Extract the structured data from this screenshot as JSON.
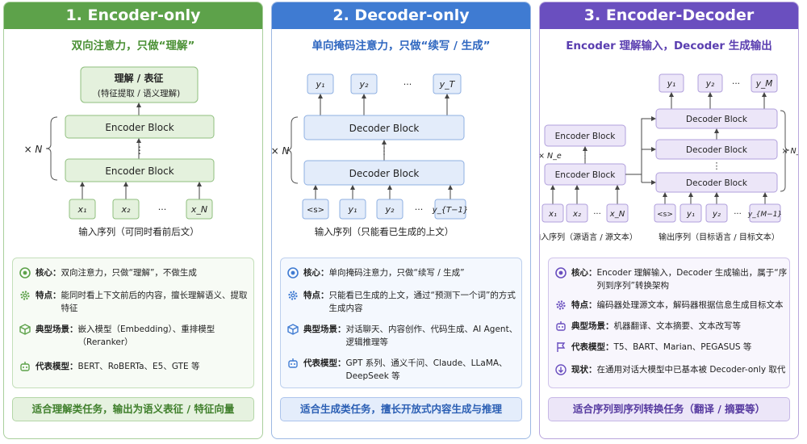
{
  "panels": [
    {
      "title": "1. Encoder-only",
      "subtitle": "双向注意力，只做“理解”",
      "diagram": {
        "output_title": "理解 / 表征",
        "output_sub": "(特征提取 / 语义理解)",
        "block": "Encoder Block",
        "repeat": "× N",
        "dots": "⋮",
        "inputs": [
          "x₁",
          "x₂",
          "···",
          "x_N"
        ],
        "input_caption": "输入序列（可同时看前后文）"
      },
      "info": [
        {
          "icon": "target-icon",
          "label": "核心：",
          "text": "双向注意力，只做“理解”，不做生成"
        },
        {
          "icon": "gear-icon",
          "label": "特点：",
          "text": "能同时看上下文前后的内容，擅长理解语义、提取特征"
        },
        {
          "icon": "cube-icon",
          "label": "典型场景：",
          "text": "嵌入模型（Embedding）、重排模型（Reranker）"
        },
        {
          "icon": "robot-icon",
          "label": "代表模型：",
          "text": "BERT、RoBERTa、E5、GTE 等"
        }
      ],
      "footer": "适合理解类任务，输出为语义表征 / 特征向量"
    },
    {
      "title": "2. Decoder-only",
      "subtitle": "单向掩码注意力，只做“续写 / 生成”",
      "diagram": {
        "outputs": [
          "y₁",
          "y₂",
          "···",
          "y_T"
        ],
        "block": "Decoder Block",
        "repeat": "× N",
        "dots": "⋮",
        "inputs": [
          "<s>",
          "y₁",
          "y₂",
          "···",
          "y_{T−1}"
        ],
        "input_caption": "输入序列（只能看已生成的上文）"
      },
      "info": [
        {
          "icon": "target-icon",
          "label": "核心：",
          "text": "单向掩码注意力，只做“续写 / 生成”"
        },
        {
          "icon": "gear-icon",
          "label": "特点：",
          "text": "只能看已生成的上文，通过“预测下一个词”的方式生成内容"
        },
        {
          "icon": "cube-icon",
          "label": "典型场景：",
          "text": "对话聊天、内容创作、代码生成、AI Agent、逻辑推理等"
        },
        {
          "icon": "robot-icon",
          "label": "代表模型：",
          "text": "GPT 系列、通义千问、Claude、LLaMA、DeepSeek 等"
        }
      ],
      "footer": "适合生成类任务，擅长开放式内容生成与推理"
    },
    {
      "title": "3. Encoder-Decoder",
      "subtitle": "Encoder 理解输入，Decoder 生成输出",
      "diagram": {
        "outputs": [
          "y₁",
          "y₂",
          "···",
          "y_M"
        ],
        "enc_block": "Encoder Block",
        "dec_block": "Decoder Block",
        "enc_repeat": "× N_e",
        "dec_repeat": "× N_d",
        "dots": "⋮",
        "enc_inputs": [
          "x₁",
          "x₂",
          "···",
          "x_N"
        ],
        "dec_inputs": [
          "<s>",
          "y₁",
          "y₂",
          "···",
          "y_{M−1}"
        ],
        "enc_caption": "输入序列（源语言 / 源文本）",
        "dec_caption": "输出序列（目标语言 / 目标文本）"
      },
      "info": [
        {
          "icon": "target-icon",
          "label": "核心：",
          "text": "Encoder 理解输入，Decoder 生成输出，属于“序列到序列”转换架构"
        },
        {
          "icon": "gear-icon",
          "label": "特点：",
          "text": "编码器处理源文本，解码器根据信息生成目标文本"
        },
        {
          "icon": "robot-icon",
          "label": "典型场景：",
          "text": "机器翻译、文本摘要、文本改写等"
        },
        {
          "icon": "flag-icon",
          "label": "代表模型：",
          "text": "T5、BART、Marian、PEGASUS 等"
        },
        {
          "icon": "down-arrow-circle-icon",
          "label": "现状：",
          "text": "在通用对话大模型中已基本被 Decoder-only 取代"
        }
      ],
      "footer": "适合序列到序列转换任务（翻译 / 摘要等）"
    }
  ],
  "colors": {
    "green": "#5da24a",
    "blue": "#3f7bd2",
    "purple": "#6a4fbf"
  }
}
